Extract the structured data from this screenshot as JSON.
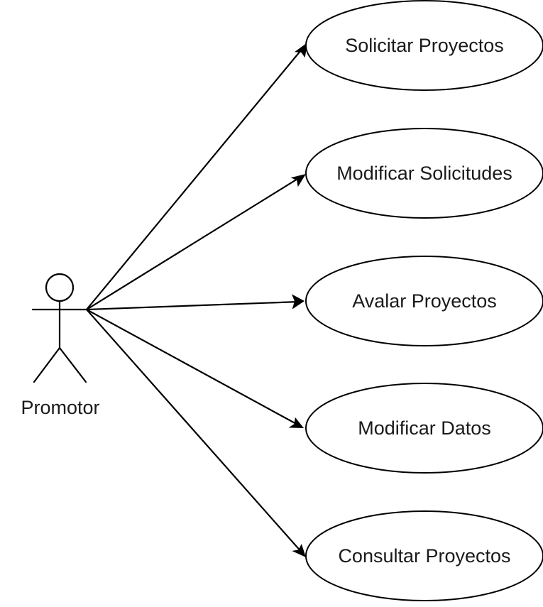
{
  "actor": {
    "name": "Promotor",
    "icon": "stick-figure-actor-icon"
  },
  "use_cases": [
    {
      "label": "Solicitar Proyectos"
    },
    {
      "label": "Modificar Solicitudes"
    },
    {
      "label": "Avalar Proyectos"
    },
    {
      "label": "Modificar Datos"
    },
    {
      "label": "Consultar Proyectos"
    }
  ],
  "colors": {
    "line": "#000000",
    "background": "#ffffff",
    "text": "#1a1a1a"
  }
}
